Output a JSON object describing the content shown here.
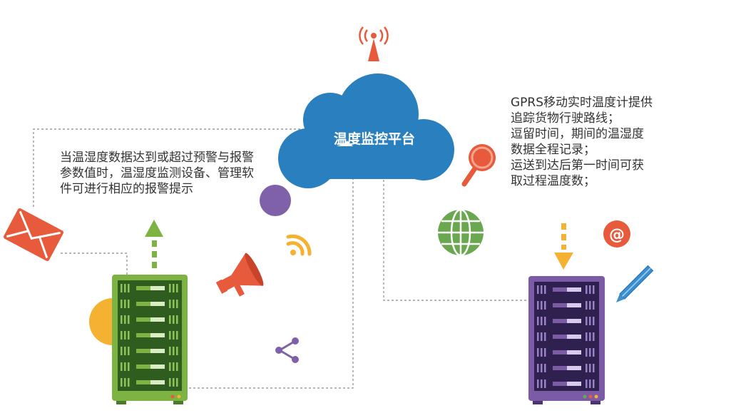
{
  "platform_label": "温度监控平台",
  "left_text": "当温湿度数据达到或超过预警与报警参数值时，温湿度监测设备、管理软件可进行相应的报警提示",
  "right_text": [
    "GPRS移动实时温度计提供",
    "追踪货物行驶路线；",
    "逗留时间，期间的温湿度",
    "数据全程记录；",
    "运送到达后第一时间可获",
    "取过程温度数；"
  ],
  "colors": {
    "cloud": "#2a7fbf",
    "server_left": "#7cb342",
    "server_right": "#7b5aa6",
    "orange": "#e85a3c",
    "yellow": "#f4b132",
    "green": "#6aa84f",
    "purple": "#7e61a8",
    "blue": "#3b8fd1"
  },
  "icons": [
    "antenna-icon",
    "envelope-icon",
    "megaphone-icon",
    "wifi-icon",
    "share-icon",
    "magnifier-icon",
    "globe-icon",
    "at-icon",
    "pencil-icon"
  ]
}
